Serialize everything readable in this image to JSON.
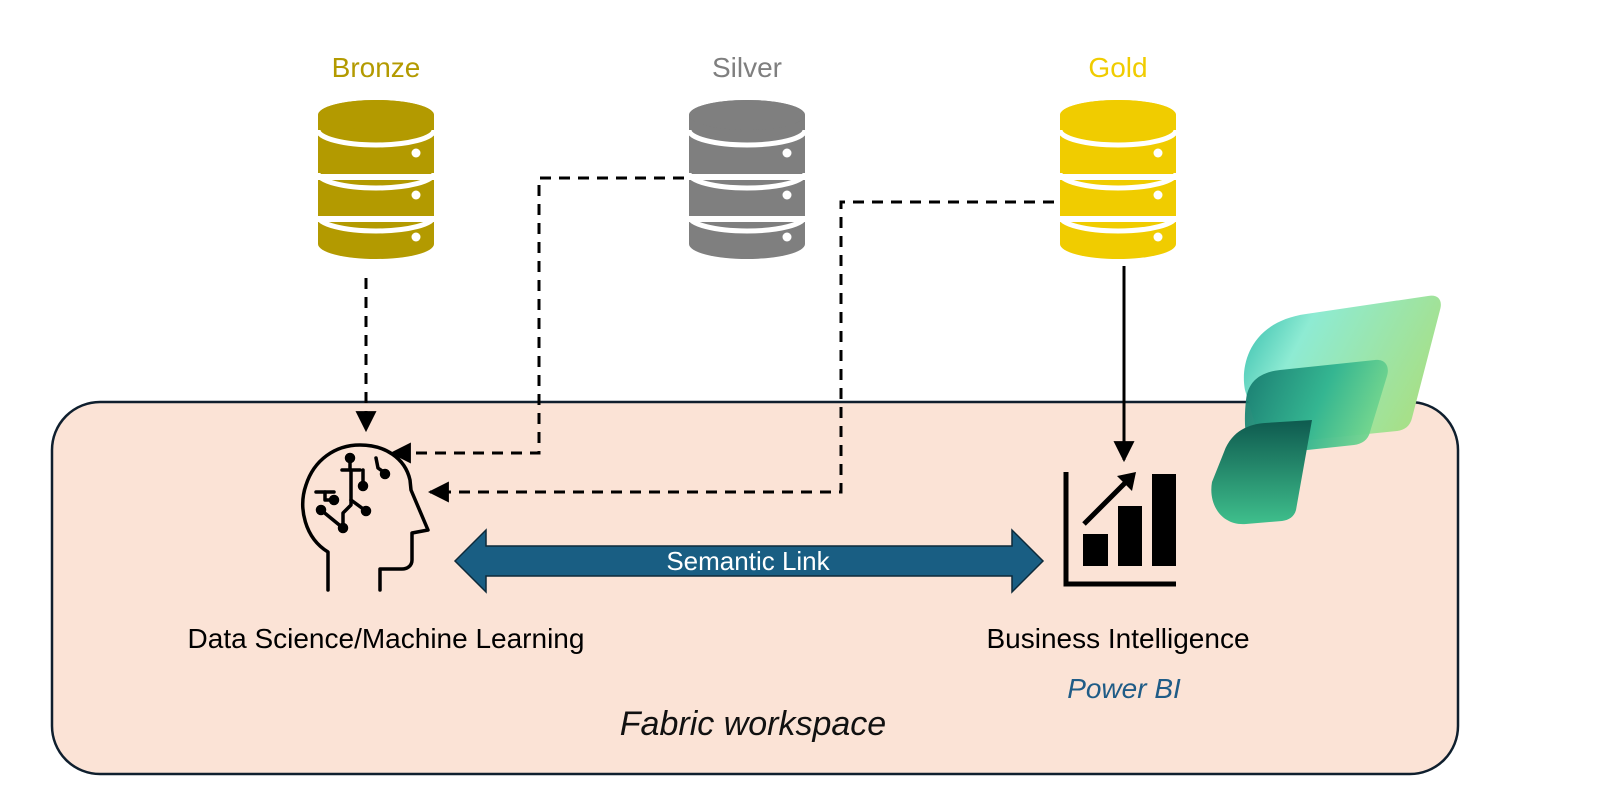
{
  "tiers": {
    "bronze": {
      "label": "Bronze",
      "color": "#B39A00"
    },
    "silver": {
      "label": "Silver",
      "color": "#7F7F7F"
    },
    "gold": {
      "label": "Gold",
      "color": "#F0CC00"
    }
  },
  "workspace": {
    "label": "Fabric workspace",
    "fill": "#FBE3D6",
    "border": "#0F1F2E"
  },
  "nodes": {
    "data_science": {
      "label": "Data Science/Machine Learning",
      "icon": "brain-circuit-icon"
    },
    "business_intelligence": {
      "label": "Business Intelligence",
      "sublabel": "Power BI",
      "sublabel_color": "#1F5C87",
      "icon": "bar-chart-trend-icon"
    }
  },
  "link": {
    "label": "Semantic Link",
    "color": "#195E83"
  },
  "logo": {
    "icon": "microsoft-fabric-logo"
  }
}
